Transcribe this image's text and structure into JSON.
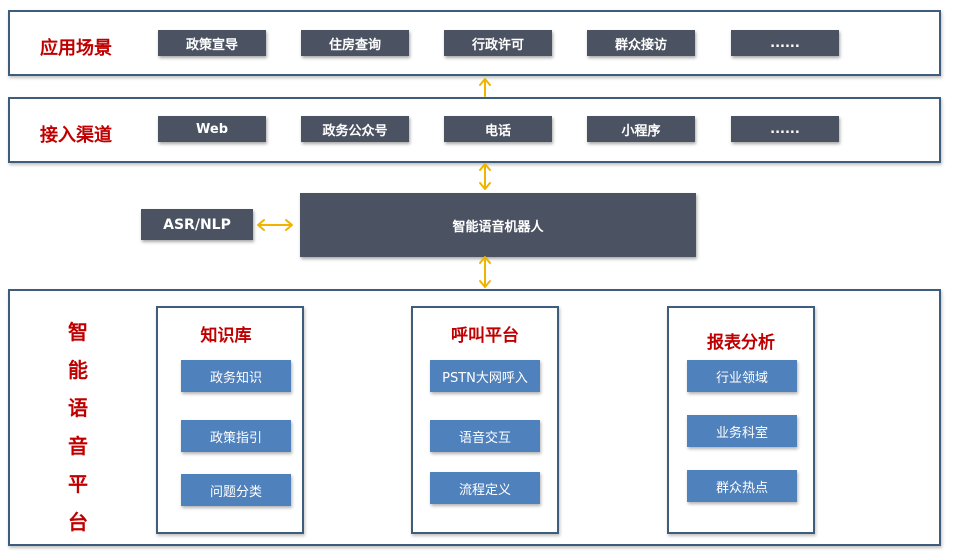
{
  "application_layer": {
    "title": "应用场景",
    "items": [
      "政策宣导",
      "住房查询",
      "行政许可",
      "群众接访",
      "......"
    ]
  },
  "channel_layer": {
    "title": "接入渠道",
    "items": [
      "Web",
      "政务公众号",
      "电话",
      "小程序",
      "......"
    ]
  },
  "robot": {
    "label": "智能语音机器人"
  },
  "asr": {
    "label": "ASR/NLP"
  },
  "platform": {
    "title_chars": [
      "智",
      "能",
      "语",
      "音",
      "平",
      "台"
    ],
    "modules": [
      {
        "title": "知识库",
        "items": [
          "政务知识",
          "政策指引",
          "问题分类"
        ]
      },
      {
        "title": "呼叫平台",
        "items": [
          "PSTN大网呼入",
          "语音交互",
          "流程定义"
        ]
      },
      {
        "title": "报表分析",
        "items": [
          "行业领域",
          "业务科室",
          "群众热点"
        ]
      }
    ]
  },
  "colors": {
    "accent_red": "#c00000",
    "dark_box": "#4b5262",
    "blue_box": "#4f81bd",
    "border": "#3e5c7c",
    "arrow": "#f0b400"
  }
}
